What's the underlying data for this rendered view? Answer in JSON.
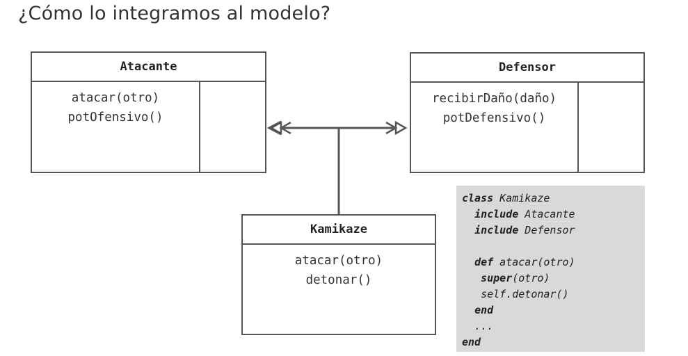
{
  "slide": {
    "title": "¿Cómo lo integramos al modelo?"
  },
  "classes": {
    "atacante": {
      "name": "Atacante",
      "methods": [
        "atacar(otro)",
        "potOfensivo()"
      ]
    },
    "defensor": {
      "name": "Defensor",
      "methods": [
        "recibirDaño(daño)",
        "potDefensivo()"
      ]
    },
    "kamikaze": {
      "name": "Kamikaze",
      "methods": [
        "atacar(otro)",
        "detonar()"
      ]
    }
  },
  "relations": [
    {
      "from": "Kamikaze",
      "to": "Atacante",
      "type": "include"
    },
    {
      "from": "Kamikaze",
      "to": "Defensor",
      "type": "include"
    }
  ],
  "code": {
    "lines": [
      [
        {
          "kw": "class"
        },
        {
          "t": " Kamikaze"
        }
      ],
      [
        {
          "t": "  "
        },
        {
          "kw": "include"
        },
        {
          "t": " Atacante"
        }
      ],
      [
        {
          "t": "  "
        },
        {
          "kw": "include"
        },
        {
          "t": " Defensor"
        }
      ],
      [
        {
          "t": ""
        }
      ],
      [
        {
          "t": "  "
        },
        {
          "kw": "def"
        },
        {
          "t": " atacar(otro)"
        }
      ],
      [
        {
          "t": "   "
        },
        {
          "kw": "super"
        },
        {
          "t": "(otro)"
        }
      ],
      [
        {
          "t": "   self.detonar()"
        }
      ],
      [
        {
          "t": "  "
        },
        {
          "kw": "end"
        }
      ],
      [
        {
          "t": "  ..."
        }
      ],
      [
        {
          "kw": "end"
        }
      ]
    ]
  },
  "colors": {
    "border": "#555555",
    "code_background": "#d9d9d9"
  }
}
